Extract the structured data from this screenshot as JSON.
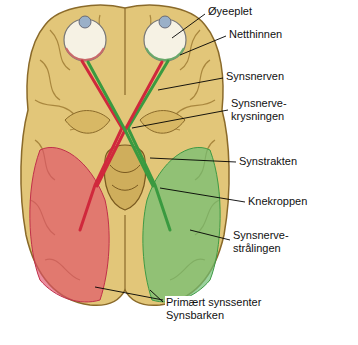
{
  "diagram": {
    "labels": [
      "Øyeeplet",
      "Netthinnen",
      "Synsnerven",
      "Synsnerve- krysningen",
      "Synstrakten",
      "Knekroppen",
      "Synsnerve- strålingen",
      "Primært synssenter Synsbarken"
    ]
  }
}
